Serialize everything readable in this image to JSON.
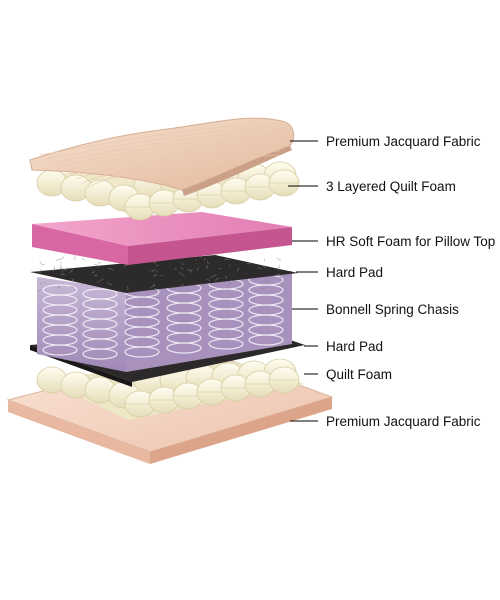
{
  "colors": {
    "fabric": "#f2d6c0",
    "fabric_edge": "#d9b49a",
    "quilt": "#f6f1d6",
    "quilt_shadow": "#d8d0a8",
    "pink_foam": "#e889b8",
    "pink_foam_side": "#cf5c98",
    "hard_pad": "#2e2c2c",
    "spring_box": "#b7a4c8",
    "spring_coil": "#f3eef8",
    "base_fabric": "#f6d7c7",
    "leader": "#000000"
  },
  "labels": [
    {
      "id": "premium-jacquard-fabric-top",
      "text": "Premium Jacquard Fabric"
    },
    {
      "id": "three-layered-quilt-foam",
      "text": "3 Layered Quilt Foam"
    },
    {
      "id": "hr-soft-foam",
      "text": "HR Soft Foam for Pillow Top"
    },
    {
      "id": "hard-pad-top",
      "text": "Hard Pad"
    },
    {
      "id": "bonnell-spring-chasis",
      "text": "Bonnell Spring Chasis"
    },
    {
      "id": "hard-pad-bottom",
      "text": "Hard Pad"
    },
    {
      "id": "quilt-foam",
      "text": "Quilt Foam"
    },
    {
      "id": "premium-jacquard-fabric-bottom",
      "text": "Premium Jacquard Fabric"
    }
  ]
}
